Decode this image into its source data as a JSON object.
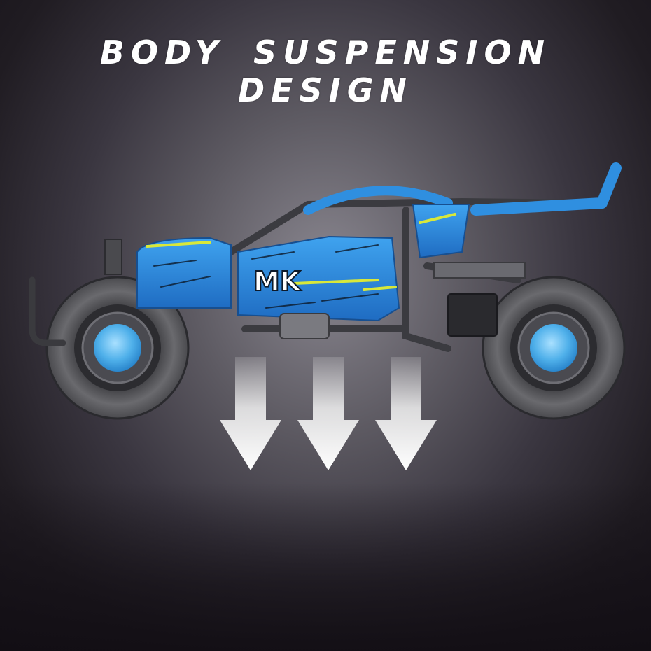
{
  "headline": "BODY SUSPENSION DESIGN",
  "decal": {
    "text": "MK"
  },
  "colors": {
    "body_blue": "#2f8fe0",
    "body_blue_dark": "#1c62b0",
    "accent_yellow": "#d8e83a",
    "tire": "#5a5a5e",
    "hub": "#5ab8ee",
    "arrow": "#ececec"
  },
  "arrows": {
    "count": 3,
    "direction": "down"
  }
}
